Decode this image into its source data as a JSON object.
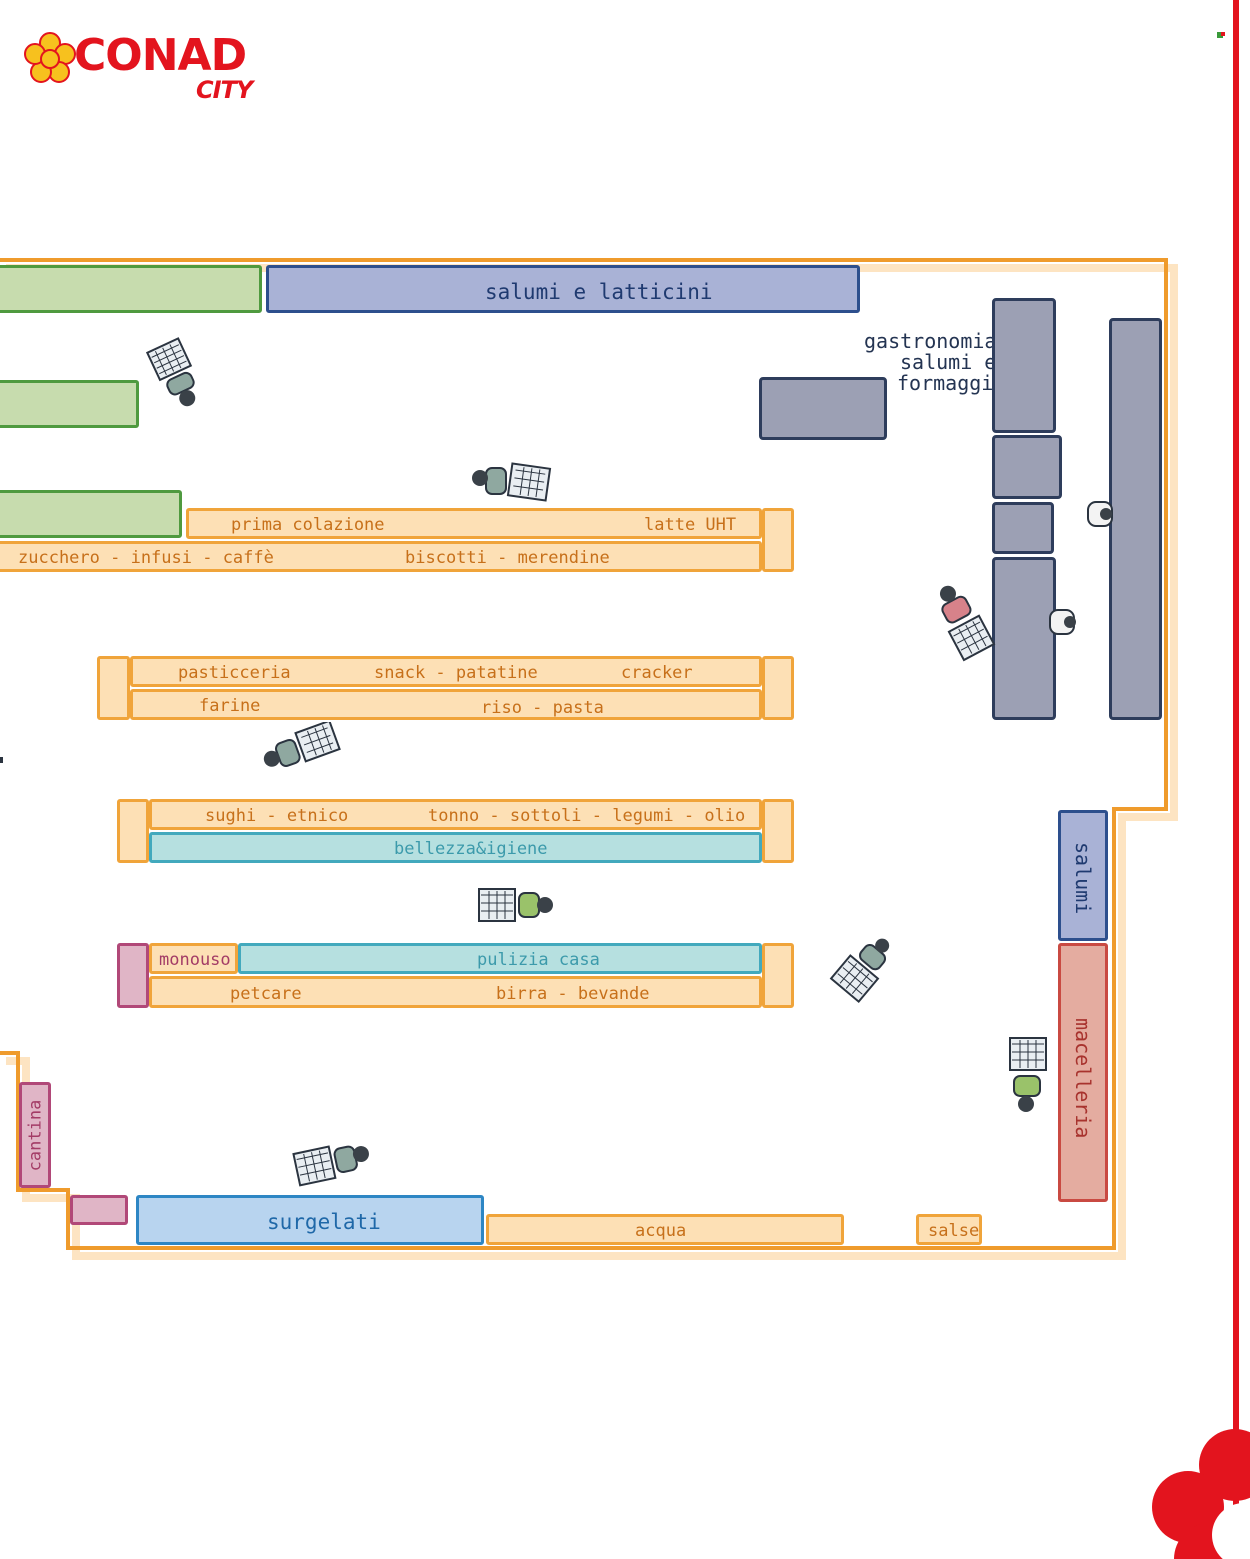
{
  "brand": {
    "name": "CONAD",
    "subname": "CITY",
    "accent_color": "#e3141e",
    "flower_color": "#f7c11e"
  },
  "sections": {
    "salumi_latticini": "salumi e latticini",
    "gastronomia": [
      "gastronomia",
      "salumi e",
      "formaggi"
    ],
    "prima_colazione": "prima colazione",
    "latte_uht": "latte UHT",
    "zucchero": "zucchero - infusi - caffè",
    "biscotti": "biscotti - merendine",
    "pasticceria": "pasticceria",
    "snack": "snack - patatine",
    "cracker": "cracker",
    "farine": "farine",
    "riso_pasta": "riso - pasta",
    "sughi": "sughi - etnico",
    "tonno": "tonno - sottoli - legumi - olio",
    "bellezza": "bellezza&igiene",
    "monouso": "monouso",
    "pulizia": "pulizia casa",
    "petcare": "petcare",
    "birra": "birra - bevande",
    "salumi": "salumi",
    "macelleria": "macelleria",
    "cantina": "cantina",
    "surgelati": "surgelati",
    "acqua": "acqua",
    "salse": "salse"
  },
  "icons": [
    "shopper-with-cart-icon",
    "flower-logo-icon"
  ]
}
